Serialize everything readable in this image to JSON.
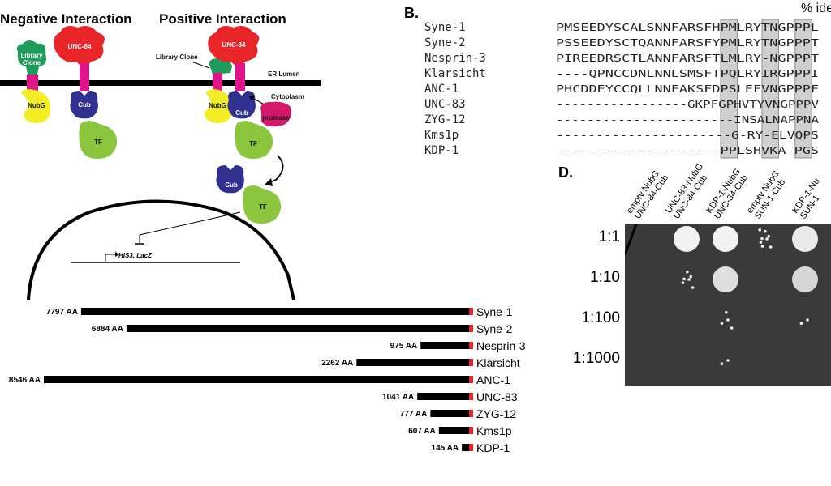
{
  "panel_a": {
    "negative_title": "Negative Interaction",
    "positive_title": "Positive Interaction",
    "library_clone_neg": "Library\nClone",
    "unc84_neg": "UNC-84",
    "nubg_neg": "NubG",
    "cub_neg": "Cub",
    "tf_neg": "TF",
    "library_clone_pos": "Library Clone",
    "unc84_pos": "UNC-84",
    "er_lumen": "ER Lumen",
    "cytoplasm": "Cytoplasm",
    "nubg_pos": "NubG",
    "cub_pos": "Cub",
    "protease": "protease",
    "tf_pos": "TF",
    "cub_released": "Cub",
    "tf_released": "TF",
    "reporter_genes": "HIS3, LacZ"
  },
  "panel_b": {
    "label": "B.",
    "percent_header": "% ide",
    "rows": [
      {
        "name": "Syne-1",
        "seq": "PMSEEDYSCALSNNFARSFHPMLRYTNGPPPL"
      },
      {
        "name": "Syne-2",
        "seq": "PSSEEDYSCTQANNFARSFYPMLRYTNGPPPT"
      },
      {
        "name": "Nesprin-3",
        "seq": "PIREEDRSCTLANNFARSFTLMLRY-NGPPPT"
      },
      {
        "name": "Klarsicht",
        "seq": "----QPNCCDNLNNLSMSFTPQLRYIRGPPPI"
      },
      {
        "name": "ANC-1",
        "seq": "PHCDDEYCCQLLNNFAKSFDPSLEFVNGPPPF"
      },
      {
        "name": "UNC-83",
        "seq": "-----------------GKPFGPHVTYVNGPPPV"
      },
      {
        "name": "ZYG-12",
        "seq": "-----------------------INSALNAPPNA"
      },
      {
        "name": "Kms1p",
        "seq": "----------------------G-RY-ELVQPS"
      },
      {
        "name": "KDP-1",
        "seq": "--------------------PPLSHVKA-PGS"
      }
    ]
  },
  "panel_c": {
    "proteins": [
      {
        "name": "Syne-1",
        "aa": "7797 AA",
        "length": 7797
      },
      {
        "name": "Syne-2",
        "aa": "6884 AA",
        "length": 6884
      },
      {
        "name": "Nesprin-3",
        "aa": "975 AA",
        "length": 975
      },
      {
        "name": "Klarsicht",
        "aa": "2262 AA",
        "length": 2262
      },
      {
        "name": "ANC-1",
        "aa": "8546 AA",
        "length": 8546
      },
      {
        "name": "UNC-83",
        "aa": "1041 AA",
        "length": 1041
      },
      {
        "name": "ZYG-12",
        "aa": "777 AA",
        "length": 777
      },
      {
        "name": "Kms1p",
        "aa": "607 AA",
        "length": 607
      },
      {
        "name": "KDP-1",
        "aa": "145 AA",
        "length": 145
      }
    ]
  },
  "panel_d": {
    "label": "D.",
    "columns": [
      [
        "empty NubG",
        "UNC-84-Cub"
      ],
      [
        "UNC-83-NubG",
        "UNC-84-Cub"
      ],
      [
        "KDP-1-NubG",
        "UNC-84-Cub"
      ],
      [
        "empty NubG",
        "SUN-1-Cub"
      ],
      [
        "KDP-1-Nu",
        "SUN-1"
      ]
    ],
    "dilutions": [
      "1:1",
      "1:10",
      "1:100",
      "1:1000"
    ]
  },
  "colors": {
    "membrane": "#000000",
    "unc84": "#e8262a",
    "library_clone": "#1e9a5a",
    "linker": "#e0158a",
    "nubg": "#f2ee25",
    "cub": "#30308f",
    "tf": "#8cc63f",
    "protease": "#d4186c",
    "kash_domain": "#e8262a",
    "plate_bg": "#3a3a3a",
    "box_shade": "#cfcfcf"
  }
}
